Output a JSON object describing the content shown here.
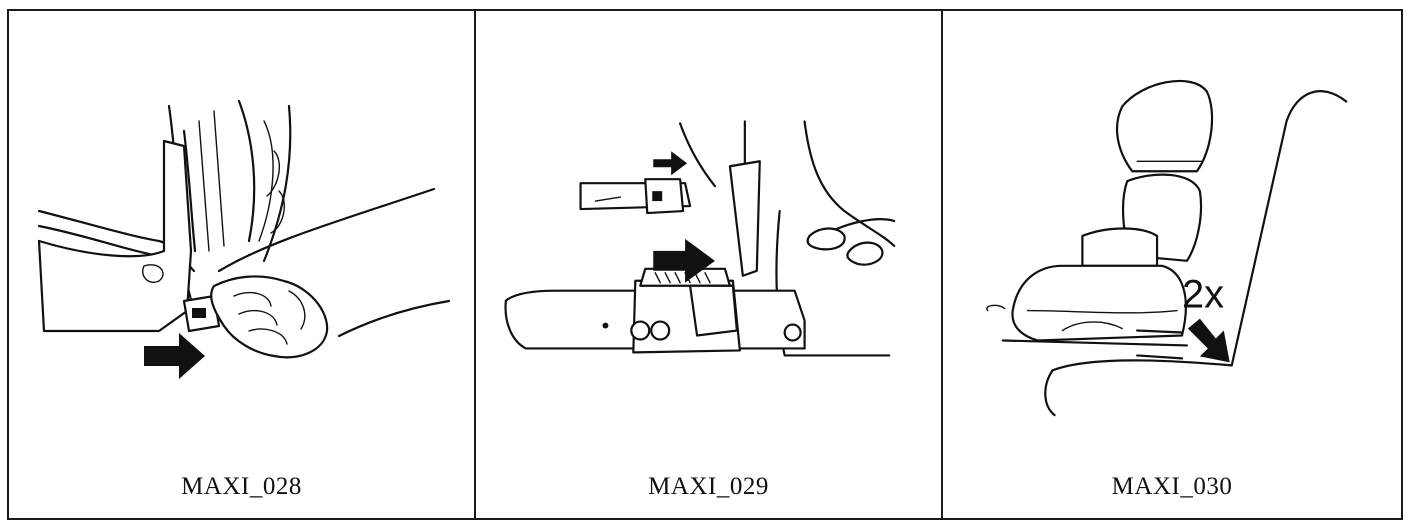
{
  "panels": [
    {
      "caption": "MAXI_028"
    },
    {
      "caption": "MAXI_029"
    },
    {
      "caption": "MAXI_030",
      "overlay_label": "2x"
    }
  ]
}
